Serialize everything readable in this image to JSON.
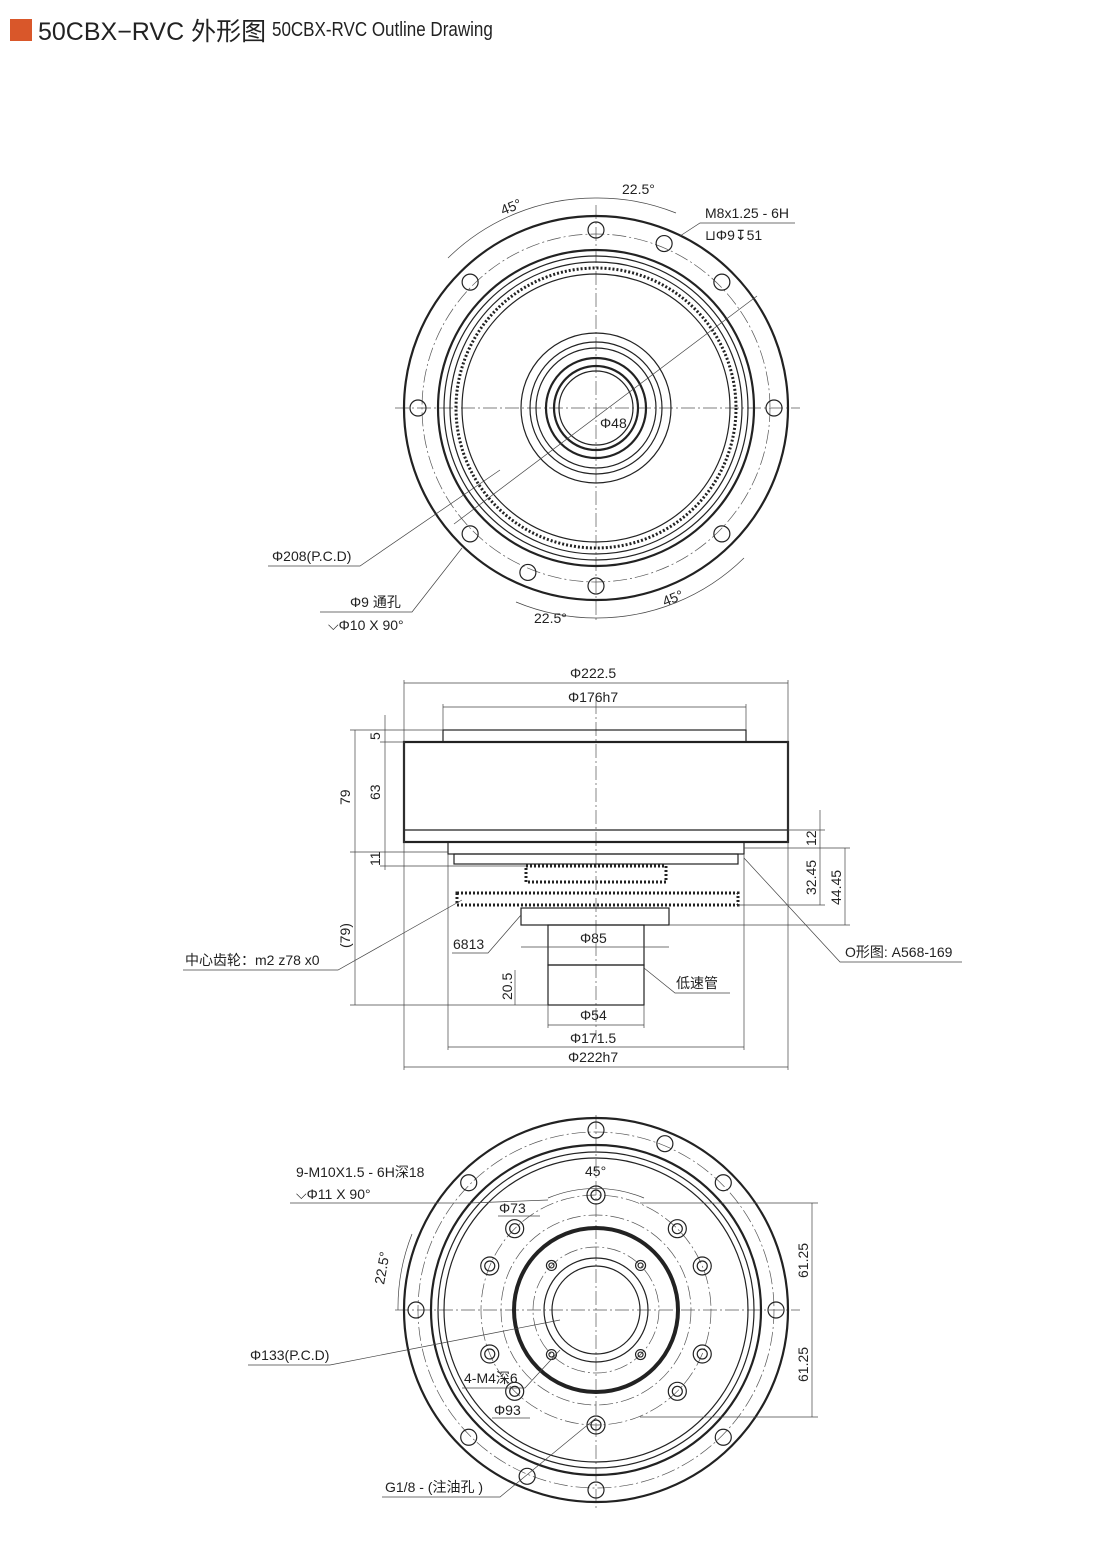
{
  "header": {
    "title_cn": "50CBX−RVC 外形图",
    "title_en": "50CBX-RVC Outline Drawing",
    "accent_color": "#d9572a"
  },
  "top_view": {
    "angle_45_top": "45°",
    "angle_22_top": "22.5°",
    "thread_label": "M8x1.25 - 6H",
    "thread_depth": "⊔Φ9↧51",
    "bore": "Φ48",
    "pcd": "Φ208(P.C.D)",
    "through_hole": "Φ9 通孔",
    "countersink": "⌵Φ10 X 90°",
    "angle_22_bottom": "22.5°",
    "angle_45_bottom": "45°"
  },
  "side_view": {
    "d_outer": "Φ222.5",
    "d_pilot": "Φ176h7",
    "h5": "5",
    "h63": "63",
    "h79": "79",
    "h11": "11",
    "h79_ref": "(79)",
    "h12": "12",
    "h32_45": "32.45",
    "h44_45": "44.45",
    "oring": "O形图: A568-169",
    "bearing": "6813",
    "center_gear": "中心齿轮：m2 z78 x0",
    "d85": "Φ85",
    "h20_5": "20.5",
    "low_speed_tube": "低速管",
    "d54": "Φ54",
    "d171_5": "Φ171.5",
    "d222h7": "Φ222h7"
  },
  "bottom_view": {
    "thread_label": "9-M10X1.5 - 6H深18",
    "countersink": "⌵Φ11 X 90°",
    "angle_45": "45°",
    "d73": "Φ73",
    "angle_22": "22.5°",
    "pcd": "Φ133(P.C.D)",
    "m4": "4-M4深6",
    "d93": "Φ93",
    "h61_top": "61.25",
    "h61_bottom": "61.25",
    "oil_port": "G1/8 - (注油孔 )"
  }
}
